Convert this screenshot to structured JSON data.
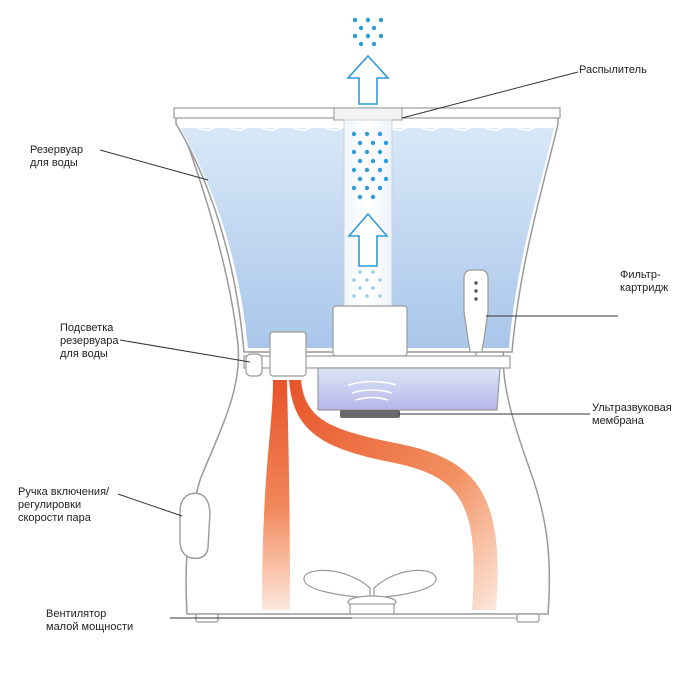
{
  "labels": {
    "atomizer": "Распылитель",
    "reservoir": "Резервуар\nдля воды",
    "filter": "Фильтр-\nкартридж",
    "backlight": "Подсветка\nрезервуара\nдля воды",
    "membrane": "Ультразвуковая\nмембрана",
    "knob": "Ручка включения/\nрегулировки\nскорости пара",
    "fan": "Вентилятор\nмалой мощности"
  },
  "colors": {
    "outline": "#9a9a9a",
    "water_top": "#d8e8f8",
    "water_bottom": "#a9c6ea",
    "mist": "#2f9bd8",
    "air_hot": "#e8532a",
    "air_light": "#f7c3a3",
    "membrane": "#6a6a6a",
    "leader": "#333333"
  }
}
